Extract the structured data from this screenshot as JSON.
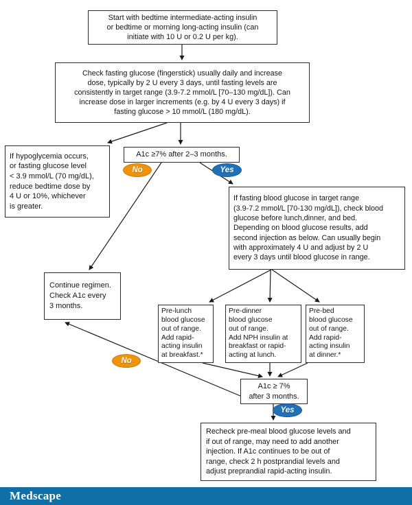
{
  "flowchart": {
    "nodes": {
      "start": {
        "text": "Start with bedtime intermediate-acting insulin\nor bedtime or morning long-acting insulin (can\ninitiate with 10 U or 0.2 U per kg)."
      },
      "check_fasting": {
        "text": "Check fasting glucose (fingerstick) usually daily and increase\ndose, typically by 2 U every 3 days, until fasting levels are\nconsistently in target range (3.9-7.2 mmol/L [70–130 mg/dL]). Can\nincrease dose in larger increments (e.g. by 4 U every 3 days) if\nfasting glucose > 10 mmol/L (180 mg/dL)."
      },
      "hypoglycemia": {
        "text": "If hypoglycemia occurs,\nor fasting glucose level\n< 3.9 mmol/L (70 mg/dL),\nreduce bedtime dose by\n4 U or 10%, whichever\nis greater."
      },
      "a1c_check_1": {
        "text": "A1c ≥7% after 2–3 months."
      },
      "target_range": {
        "text": "If fasting blood glucose in target range\n(3.9-7.2 mmol/L [70-130 mg/dL]), check blood\nglucose before lunch,dinner, and bed.\nDepending on blood glucose results, add\nsecond injection as below. Can usually begin\nwith approximately 4 U and adjust by 2 U\nevery 3 days until blood glucose in range."
      },
      "continue_regimen": {
        "text": "Continue regimen.\nCheck A1c every\n3 months."
      },
      "pre_lunch": {
        "text": "Pre-lunch\nblood glucose\nout of range.\nAdd rapid-\nacting insulin\nat breakfast.*"
      },
      "pre_dinner": {
        "text": "Pre-dinner\nblood glucose\nout of range.\nAdd NPH insulin at\nbreakfast or rapid-\nacting at lunch."
      },
      "pre_bed": {
        "text": "Pre-bed\nblood glucose\nout of range.\nAdd rapid-\nacting insulin\nat dinner.*"
      },
      "a1c_check_2": {
        "text": "A1c ≥ 7%\nafter 3 months."
      },
      "recheck": {
        "text": "Recheck pre-meal blood glucose levels and\nif out of range, may need to add another\ninjection. If A1c continues to be out of\nrange, check 2 h postprandial levels and\nadjust preprandial rapid-acting insulin."
      }
    },
    "decision_labels": {
      "no_1": "No",
      "yes_1": "Yes",
      "no_2": "No",
      "yes_2": "Yes"
    },
    "colors": {
      "no_oval_fill": "#EF930B",
      "yes_oval_fill": "#2171B8",
      "box_border": "#2a2a2a",
      "footer_background": "#1070A5"
    }
  },
  "footer": {
    "brand": "Medscape"
  }
}
